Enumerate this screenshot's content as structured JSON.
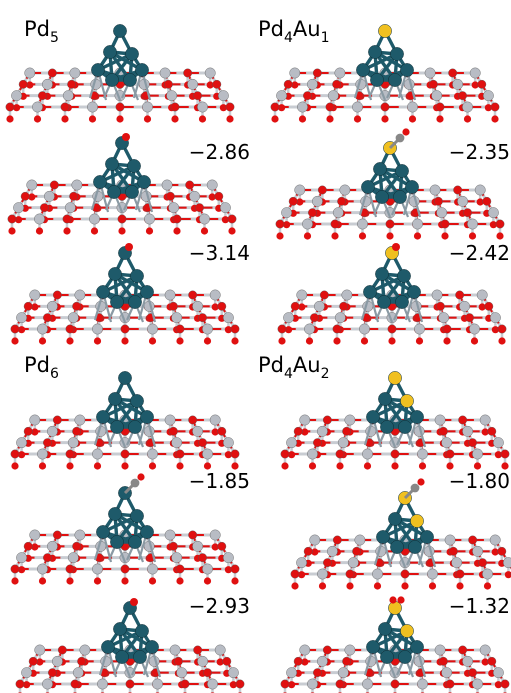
{
  "colors": {
    "background": "#ffffff",
    "oxygen": "#e01010",
    "metal_support": "#b8bcc4",
    "pd": "#1e5a6a",
    "au": "#f0c020",
    "bond_support": "#c8ccd2",
    "text": "#000000"
  },
  "panels": [
    {
      "title_main": "Pd",
      "title_sub1": "5",
      "title_mid": "",
      "title_sub2": "",
      "energies": [
        "",
        "−2.86",
        "−3.14"
      ],
      "clusters": [
        "pd5",
        "pd5_c",
        "pd5_c"
      ]
    },
    {
      "title_main": "Pd",
      "title_sub1": "4",
      "title_mid": "Au",
      "title_sub2": "1",
      "energies": [
        "",
        "−2.35",
        "−2.42"
      ],
      "clusters": [
        "pd4au1",
        "pd4au1_co",
        "pd4au1_c"
      ]
    },
    {
      "title_main": "Pd",
      "title_sub1": "6",
      "title_mid": "",
      "title_sub2": "",
      "energies": [
        "",
        "−1.85",
        "−2.93"
      ],
      "clusters": [
        "pd6",
        "pd6_co",
        "pd6_c"
      ]
    },
    {
      "title_main": "Pd",
      "title_sub1": "4",
      "title_mid": "Au",
      "title_sub2": "2",
      "energies": [
        "",
        "−1.80",
        "−1.32"
      ],
      "clusters": [
        "pd4au2",
        "pd4au2_co",
        "pd4au2_o"
      ]
    }
  ]
}
